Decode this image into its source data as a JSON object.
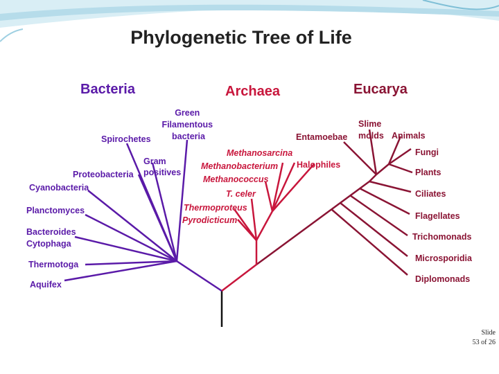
{
  "slide": {
    "title": "Phylogenetic Tree of Life",
    "footer": [
      "Slide",
      "53 of 26"
    ]
  },
  "colors": {
    "bacteria": "#5a1aa8",
    "archaea": "#c8163c",
    "eucarya": "#8a1434",
    "root": "#111111",
    "title": "#222222",
    "decoration": "#7fbfd6"
  },
  "domains": [
    {
      "key": "bacteria",
      "label": "Bacteria"
    },
    {
      "key": "archaea",
      "label": "Archaea"
    },
    {
      "key": "eucarya",
      "label": "Eucarya"
    }
  ],
  "bacteria": {
    "taxa": [
      "Green Filamentous bacteria",
      "Spirochetes",
      "Gram positives",
      "Proteobacteria",
      "Cyanobacteria",
      "Planctomyces",
      "Bacteroides Cytophaga",
      "Thermotoga",
      "Aquifex"
    ]
  },
  "archaea": {
    "taxa": [
      "Methanosarcina",
      "Methanobacterium",
      "Halophiles",
      "Methanococcus",
      "T. celer",
      "Thermoproteus",
      "Pyrodicticum"
    ]
  },
  "eucarya": {
    "taxa": [
      "Entamoebae",
      "Slime molds",
      "Animals",
      "Fungi",
      "Plants",
      "Ciliates",
      "Flagellates",
      "Trichomonads",
      "Microsporidia",
      "Diplomonads"
    ]
  }
}
